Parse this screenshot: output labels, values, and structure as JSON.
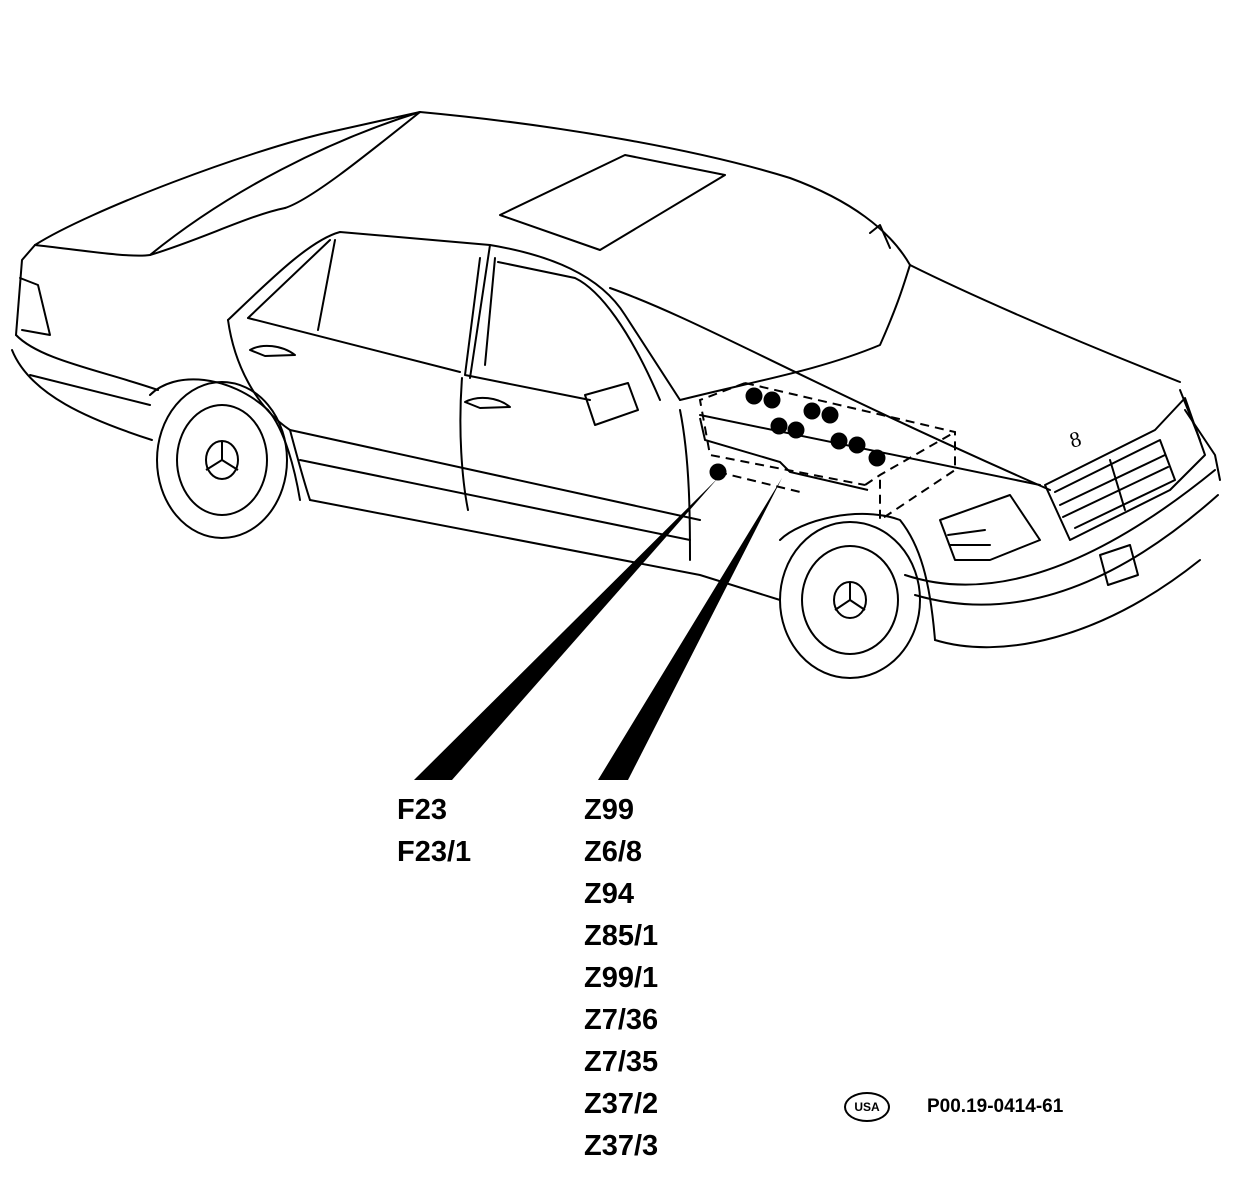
{
  "callouts": {
    "left": [
      "F23",
      "F23/1"
    ],
    "right": [
      "Z99",
      "Z6/8",
      "Z94",
      "Z85/1",
      "Z99/1",
      "Z7/36",
      "Z7/35",
      "Z37/2",
      "Z37/3"
    ]
  },
  "footer": {
    "region_badge": "USA",
    "figure_code": "P00.19-0414-61"
  },
  "hood_emblem": "8",
  "colors": {
    "line": "#000000",
    "background": "#ffffff"
  }
}
